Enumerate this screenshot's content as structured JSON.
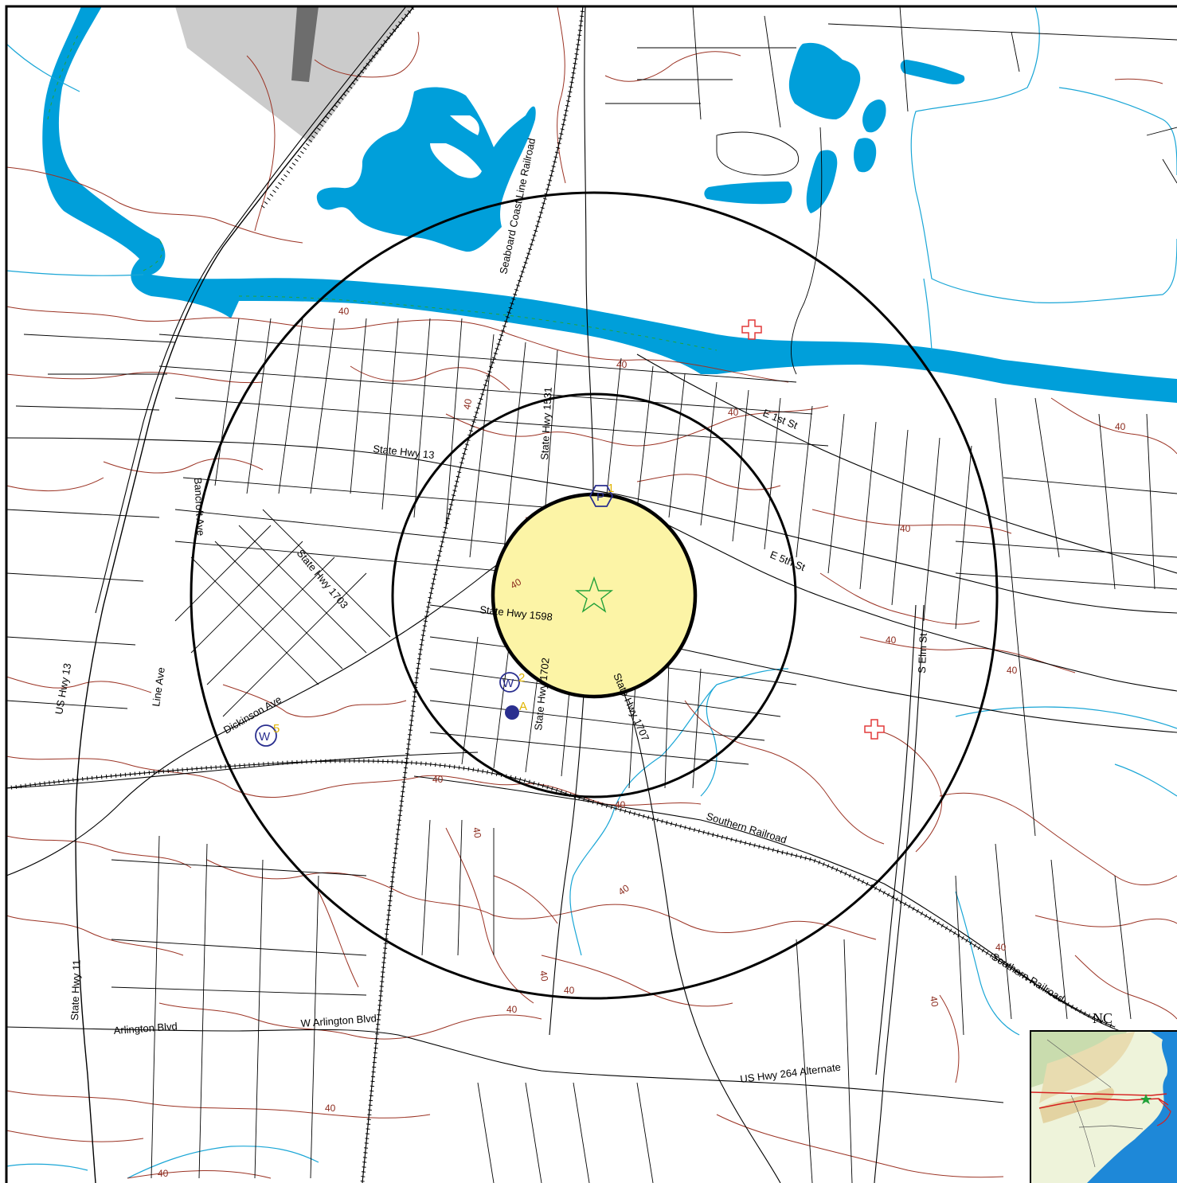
{
  "map": {
    "colors": {
      "water": "#009fda",
      "contour": "#9b3324",
      "stream": "#1aa6d6",
      "road": "#000000",
      "airport": "#cbcbcb",
      "runway": "#6d6d6d",
      "buffer_fill": "#fcf4a6",
      "site_star": "#23a23a",
      "site_symbol": "#2a2f8f",
      "site_label": "#e0b400",
      "hospital": "#e23a3a"
    },
    "streets": {
      "e_1st": "E 1st St",
      "e_5th": "E 5th St",
      "hwy_1531": "State Hwy 1531",
      "hwy_13": "State Hwy 13",
      "bancroft": "Bancroft Ave",
      "hwy_1703": "State Hwy 1703",
      "hwy_1598": "State Hwy 1598",
      "hwy_1702": "State Hwy 1702",
      "hwy_1707": "State Hwy 1707",
      "s_elm": "S Elm St",
      "us_13": "US Hwy 13",
      "line_ave": "Line Ave",
      "dickinson": "Dickinson Ave",
      "hwy_11": "State Hwy 11",
      "arlington": "Arlington Blvd",
      "w_arlington": "W Arlington Blvd",
      "us_264_alt": "US Hwy 264 Alternate"
    },
    "railroads": {
      "seaboard": "Seaboard Coast Line Railroad",
      "southern_1": "Southern Railroad",
      "southern_2": "Southern Railroad"
    },
    "contour_value": "40",
    "sites": [
      {
        "symbol": "P",
        "label": "1",
        "icon": "hexagon-p-icon"
      },
      {
        "symbol": "W",
        "label": "2",
        "icon": "circle-w-icon"
      },
      {
        "symbol": "",
        "label": "A",
        "icon": "filled-dot-icon"
      },
      {
        "symbol": "W",
        "label": "5",
        "icon": "circle-w-icon"
      }
    ],
    "inset": {
      "state": "NC"
    }
  }
}
